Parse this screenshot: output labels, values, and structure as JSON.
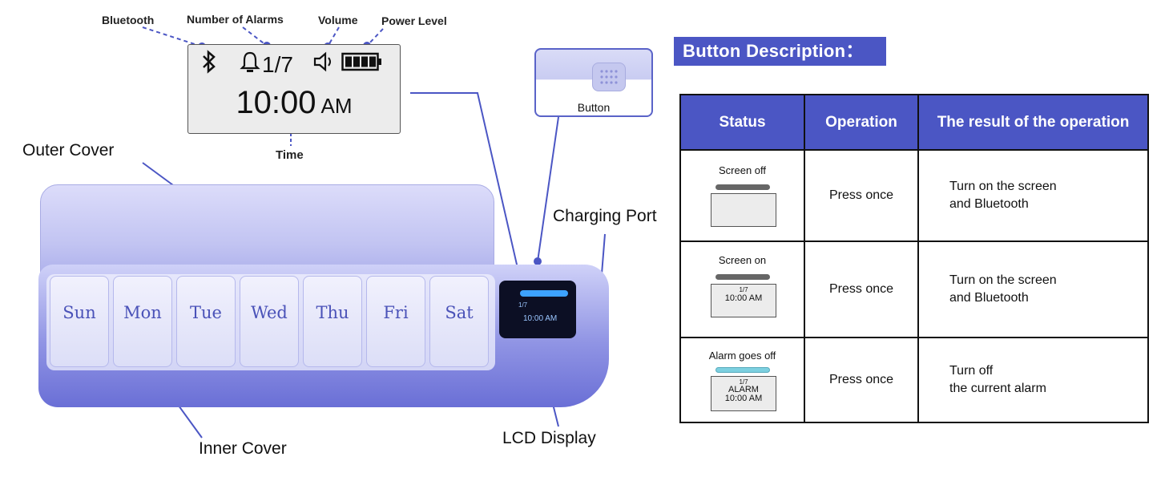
{
  "labels": {
    "bluetooth": "Bluetooth",
    "alarms": "Number of Alarms",
    "volume": "Volume",
    "power": "Power Level",
    "time": "Time",
    "outer_cover": "Outer Cover",
    "charging_port": "Charging Port",
    "inner_cover": "Inner Cover",
    "lcd_display": "LCD Display",
    "button": "Button"
  },
  "lcd": {
    "alarm_count": "1/7",
    "time": "10:00",
    "ampm": "AM"
  },
  "days": [
    "Sun",
    "Mon",
    "Tue",
    "Wed",
    "Thu",
    "Fri",
    "Sat"
  ],
  "device_screen": {
    "alarm_count": "1/7",
    "time": "10:00 AM"
  },
  "icons": [
    "bluetooth-icon",
    "bell-icon",
    "speaker-icon",
    "battery-icon"
  ],
  "colors": {
    "accent": "#4b56c4",
    "device": "#9094e4"
  },
  "description_title": "Button  Description：",
  "table": {
    "headers": [
      "Status",
      "Operation",
      "The result of the operation"
    ],
    "rows": [
      {
        "status": "Screen off",
        "operation": "Press once",
        "result_line1": "Turn on the screen",
        "result_line2": "and Bluetooth"
      },
      {
        "status": "Screen on",
        "mini_icons": "1/7",
        "mini_time": "10:00 AM",
        "operation": "Press once",
        "result_line1": "Turn on the screen",
        "result_line2": "and Bluetooth"
      },
      {
        "status": "Alarm goes off",
        "mini_icons": "1/7",
        "mini_alarm": "ALARM",
        "mini_time": "10:00 AM",
        "operation": "Press once",
        "result_line1": "Turn off",
        "result_line2": "the current alarm"
      }
    ]
  }
}
